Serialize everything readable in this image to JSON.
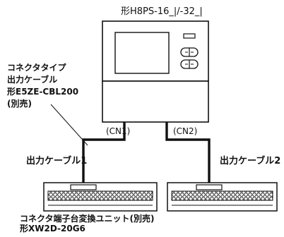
{
  "device": {
    "model_label": "形H8PS-16_|/-32_|"
  },
  "cable": {
    "type_lines": [
      "コネクタタイプ",
      "出力ケーブル",
      "形E5ZE-CBL200",
      "(別売)"
    ]
  },
  "connectors": {
    "cn1": "(CN1)",
    "cn2": "(CN2)"
  },
  "outputs": {
    "cable1": "出力ケーブル1",
    "cable2": "出力ケーブル2"
  },
  "terminal_unit": {
    "lines": [
      "コネクタ端子台変換ユニット(別売)",
      "形XW2D-20G6"
    ]
  },
  "colors": {
    "line": "#111111",
    "fill": "#ffffff"
  }
}
